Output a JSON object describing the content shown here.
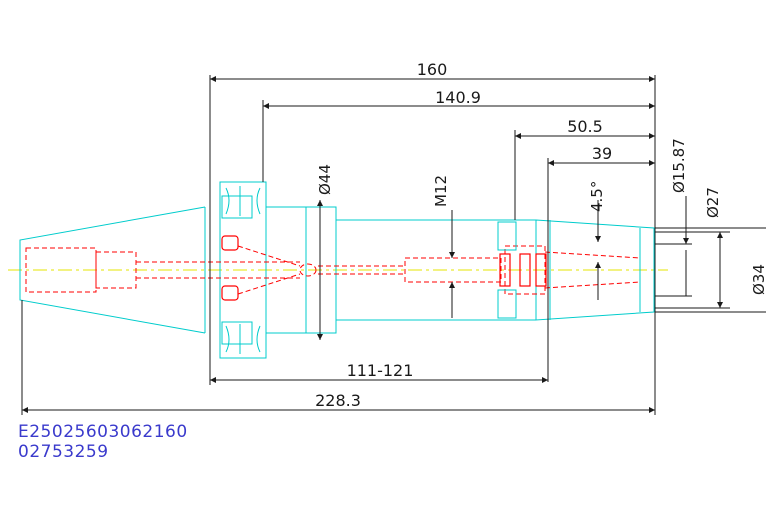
{
  "dimensions": {
    "overall_length": "160",
    "gauge_length": "140.9",
    "nose_length": "50.5",
    "collet_length": "39",
    "taper_angle": "4.5°",
    "bore_dia": "Ø15.87",
    "nose_dia_small": "Ø27",
    "nose_dia_large": "Ø34",
    "body_dia": "Ø44",
    "thread": "M12",
    "adjust_range": "111-121",
    "total_length": "228.3"
  },
  "part_numbers": {
    "line1": "E25025603062160",
    "line2": "02753259"
  },
  "colors": {
    "outline": "#00cccc",
    "hidden": "#ff0000",
    "centerline": "#e6e600",
    "dimension": "#1a1a1a",
    "label": "#3a3acc"
  }
}
